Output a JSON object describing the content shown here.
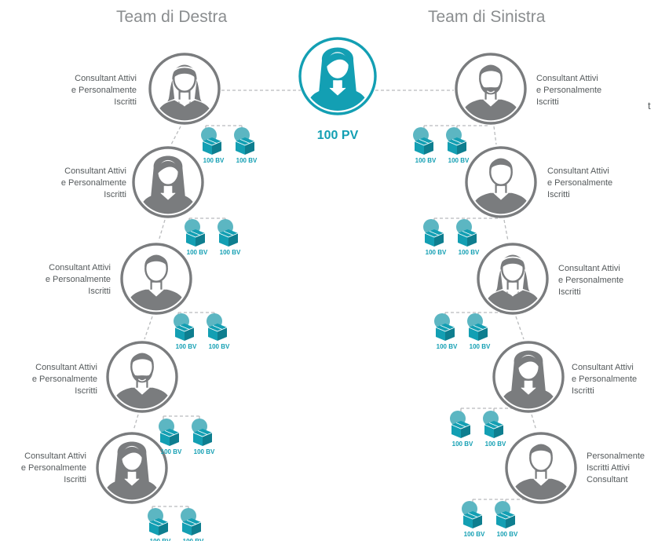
{
  "headers": {
    "left": "Team di Destra",
    "right": "Team di Sinistra"
  },
  "edge_text": "t",
  "center": {
    "pv_label": "100 PV"
  },
  "bv_label": "100 BV",
  "colors": {
    "teal": "#139fb3",
    "teal_light": "#5cb6c2",
    "gray": "#7a7c7e",
    "line": "#b9bbbd",
    "text": "#555a5c",
    "header": "#8a8d8f"
  },
  "left_team": [
    {
      "lines": [
        "Consultant Attivi",
        "e Personalmente",
        "Iscritti"
      ],
      "avatar": "woman-headband-icon"
    },
    {
      "lines": [
        "Consultant Attivi",
        "e Personalmente",
        "Iscritti"
      ],
      "avatar": "woman-long-hair-icon"
    },
    {
      "lines": [
        "Consultant Attivi",
        "e Personalmente",
        "Iscritti"
      ],
      "avatar": "man-icon"
    },
    {
      "lines": [
        "Consultant Attivi",
        "e Personalmente",
        "Iscritti"
      ],
      "avatar": "man-beard-icon"
    },
    {
      "lines": [
        "Consultant Attivi",
        "e Personalmente",
        "Iscritti"
      ],
      "avatar": "woman-long-hair-icon"
    }
  ],
  "right_team": [
    {
      "lines": [
        "Consultant Attivi",
        "e Personalmente",
        "Iscritti"
      ],
      "avatar": "man-beard-icon"
    },
    {
      "lines": [
        "Consultant Attivi",
        "e Personalmente",
        "Iscritti"
      ],
      "avatar": "man-icon"
    },
    {
      "lines": [
        "Consultant Attivi",
        "e Personalmente",
        "Iscritti"
      ],
      "avatar": "woman-headband-icon"
    },
    {
      "lines": [
        "Consultant Attivi",
        "e Personalmente",
        "Iscritti"
      ],
      "avatar": "woman-long-hair-icon"
    },
    {
      "lines": [
        "Personalmente",
        "Iscritti Attivi",
        "Consultant"
      ],
      "avatar": "man-icon"
    }
  ]
}
